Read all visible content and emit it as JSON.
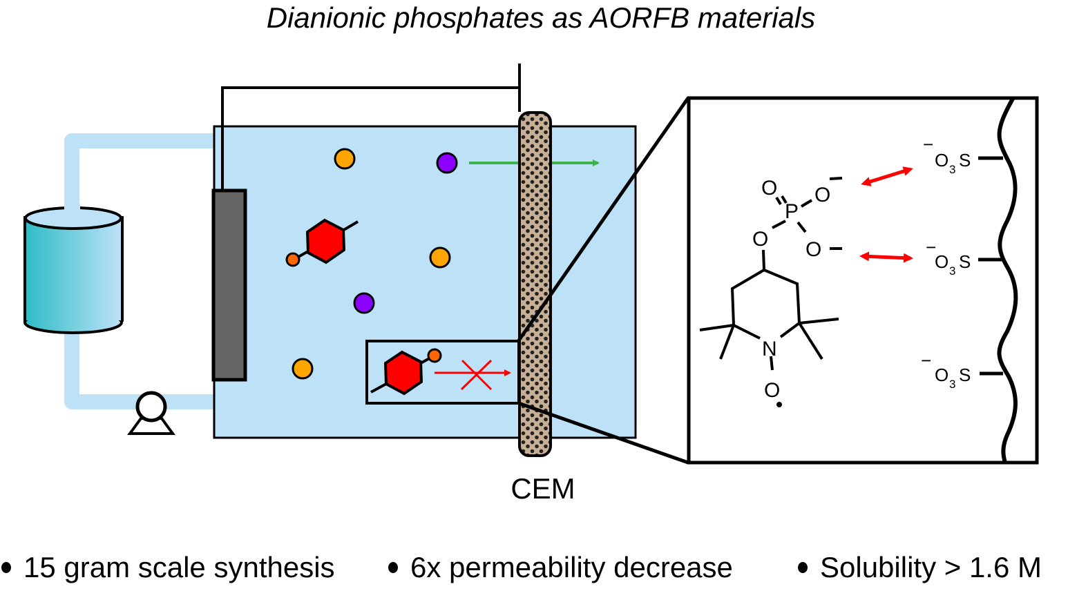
{
  "title": "Dianionic phosphates as AORFB materials",
  "membrane_label": "CEM",
  "bullets": [
    "15 gram scale synthesis",
    "6x permeability decrease",
    "Solubility > 1.6 M"
  ],
  "molecule": {
    "phosphate_atoms": {
      "double_bond_O": "O",
      "phosphorus": "P",
      "anionic_O_1": "O",
      "anionic_O_2": "O",
      "ester_O": "O",
      "charge": "−"
    },
    "nitroxide_atoms": {
      "nitrogen": "N",
      "oxygen": "O"
    }
  },
  "sulfonate_groups": [
    {
      "charge": "−",
      "o": "O",
      "sub": "3",
      "s": "S",
      "interacting": true
    },
    {
      "charge": "−",
      "o": "O",
      "sub": "3",
      "s": "S",
      "interacting": true
    },
    {
      "charge": "−",
      "o": "O",
      "sub": "3",
      "s": "S",
      "interacting": false
    }
  ],
  "colors": {
    "electrolyte": "#bde2f8",
    "tubing": "#bde2f8",
    "tank_gradient_start": "#2fbcc6",
    "tank_gradient_end": "#bde2f8",
    "electrode": "#666666",
    "membrane": "#c8b096",
    "membrane_pores": "#222222",
    "cation_orange": "#ffa500",
    "cation_purple": "#8b00ff",
    "redox_hexagon": "#ff0000",
    "redox_tail_dot": "#ff6600",
    "permeation_arrow": "#3cb44b",
    "blocked_arrow": "#ff0000",
    "interaction_arrow": "#ff0000"
  }
}
